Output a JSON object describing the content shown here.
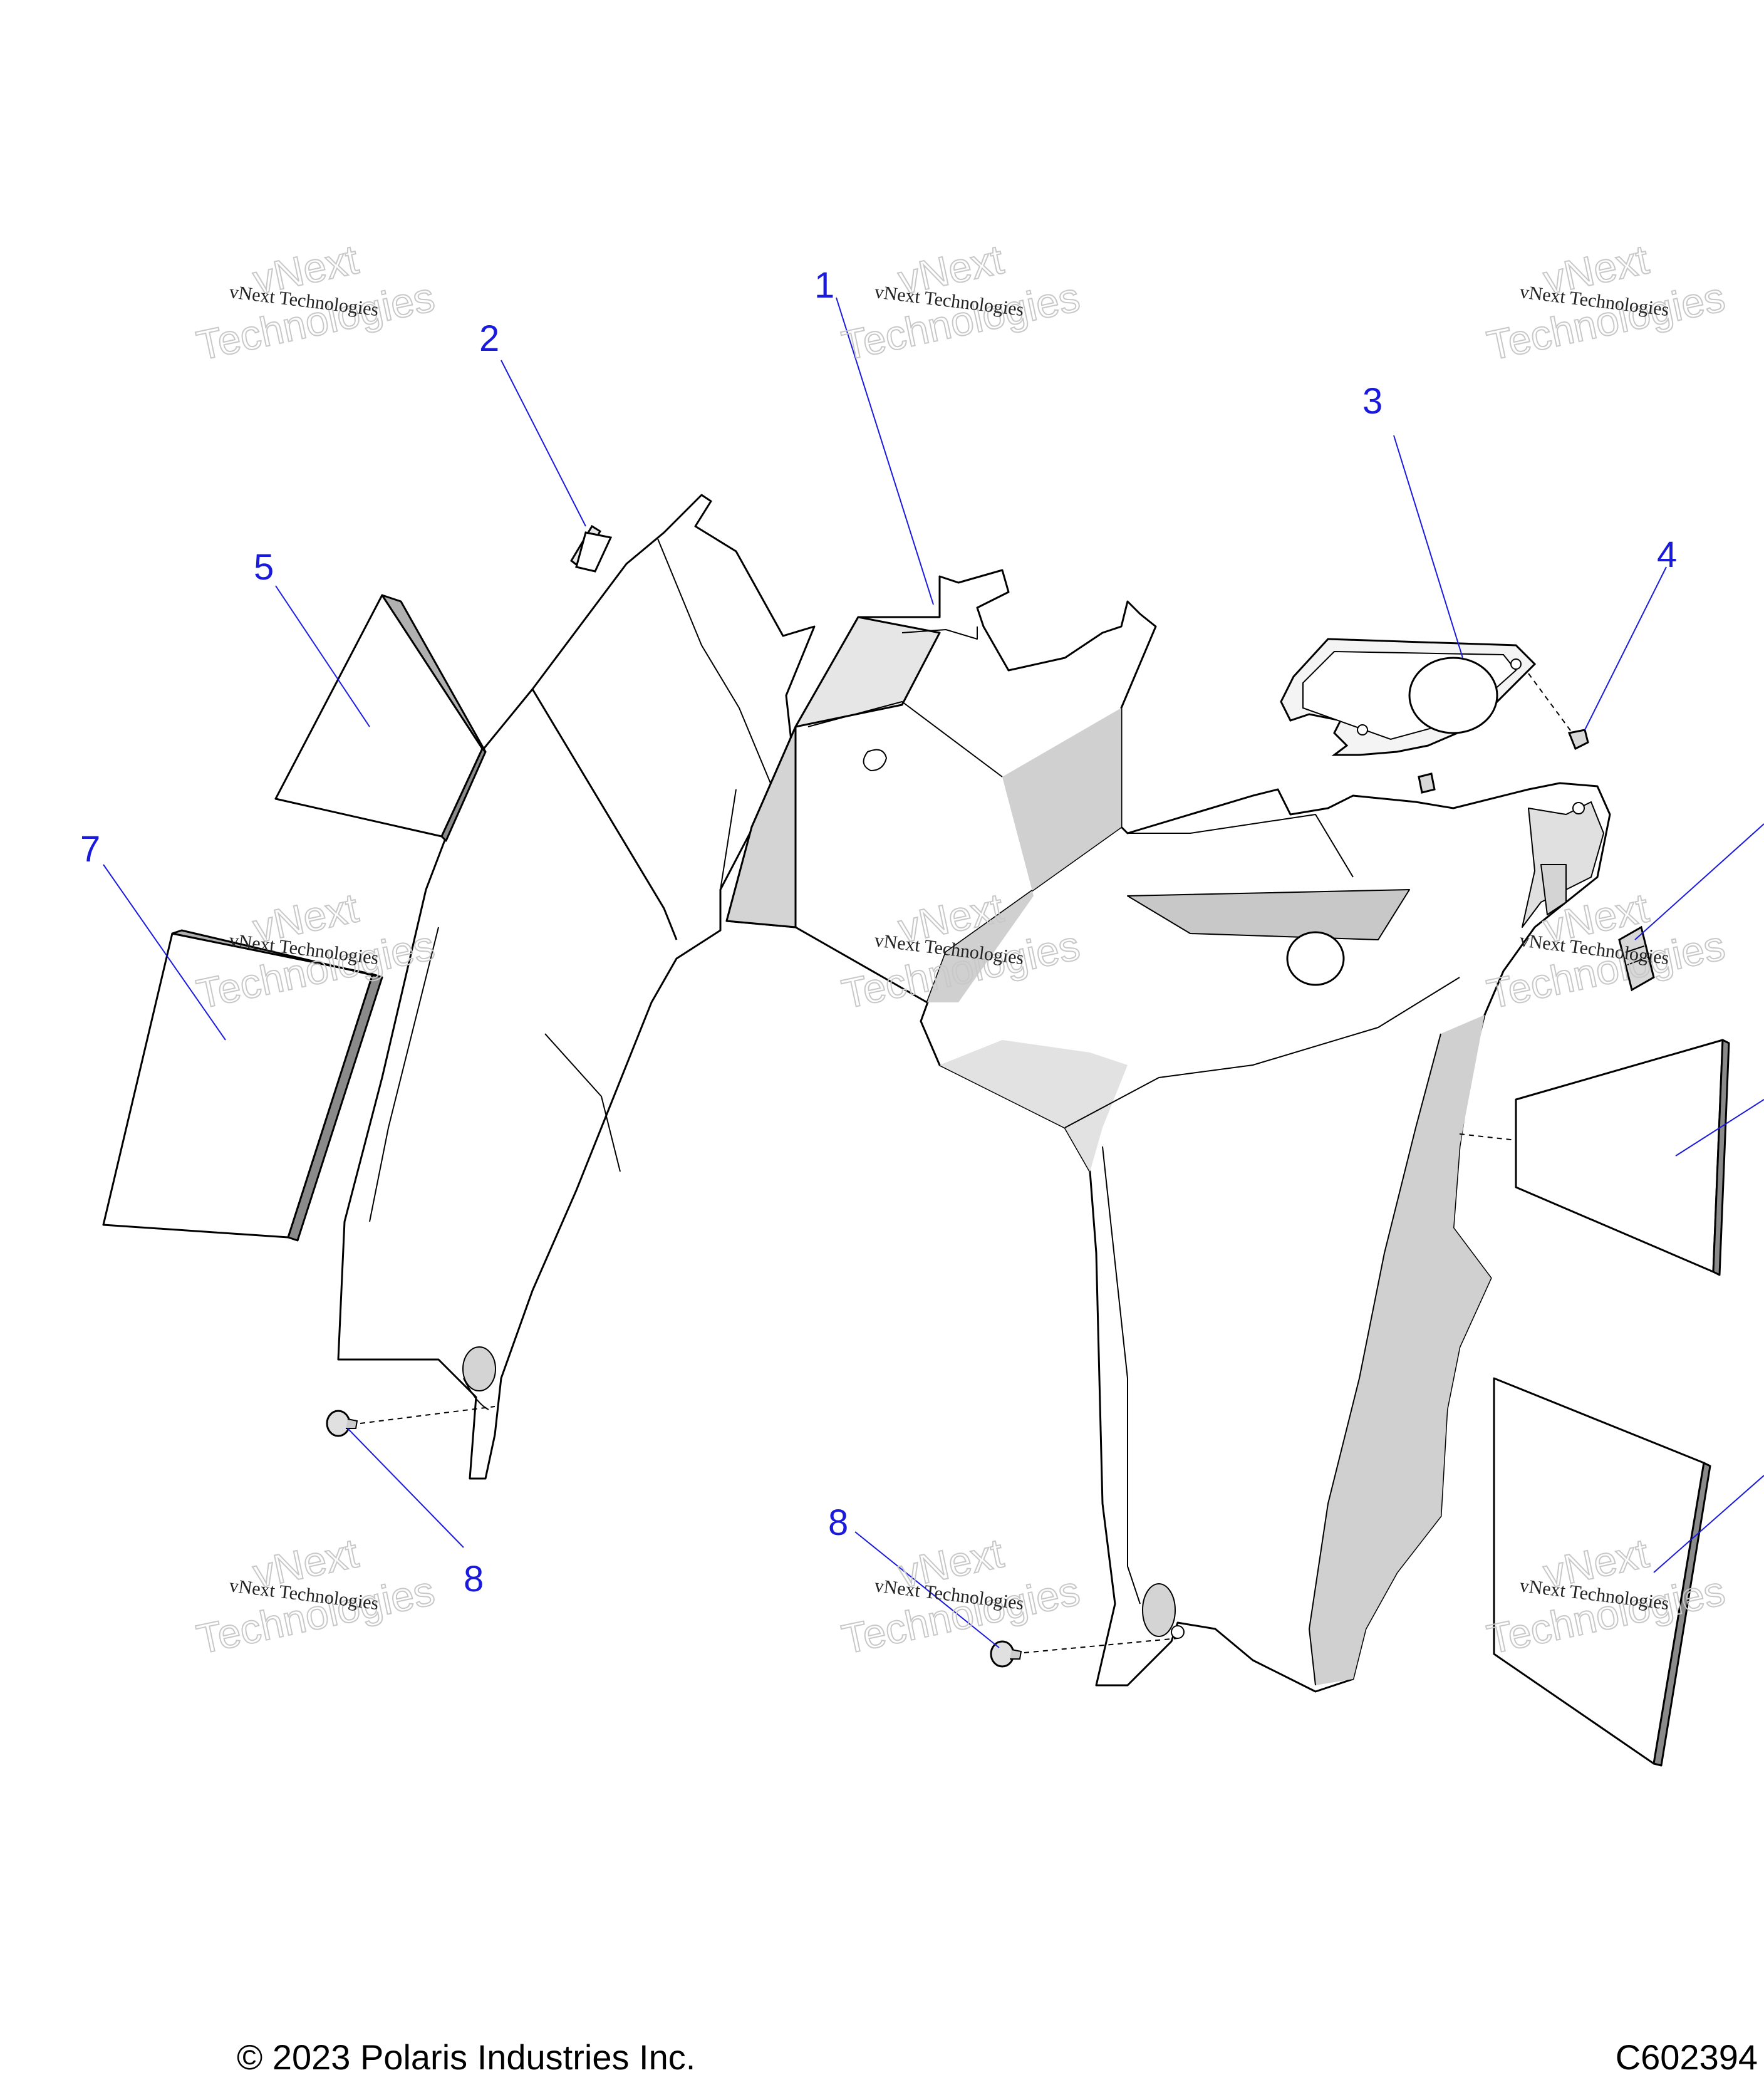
{
  "diagram": {
    "callouts": [
      {
        "id": "c1",
        "label": "1"
      },
      {
        "id": "c2",
        "label": "2"
      },
      {
        "id": "c3",
        "label": "3"
      },
      {
        "id": "c4",
        "label": "4"
      },
      {
        "id": "c5",
        "label": "5"
      },
      {
        "id": "c7",
        "label": "7"
      },
      {
        "id": "c8a",
        "label": "8"
      },
      {
        "id": "c8b",
        "label": "8"
      }
    ],
    "watermark": {
      "line1": "vNext Technologies",
      "ghost1": "vNext",
      "ghost2": "Technologies"
    },
    "callout_color": "#1a1adc",
    "shade_color": "#d4d4d4"
  },
  "footer": {
    "copyright": "© 2023 Polaris Industries Inc.",
    "figure_code": "C602394"
  }
}
